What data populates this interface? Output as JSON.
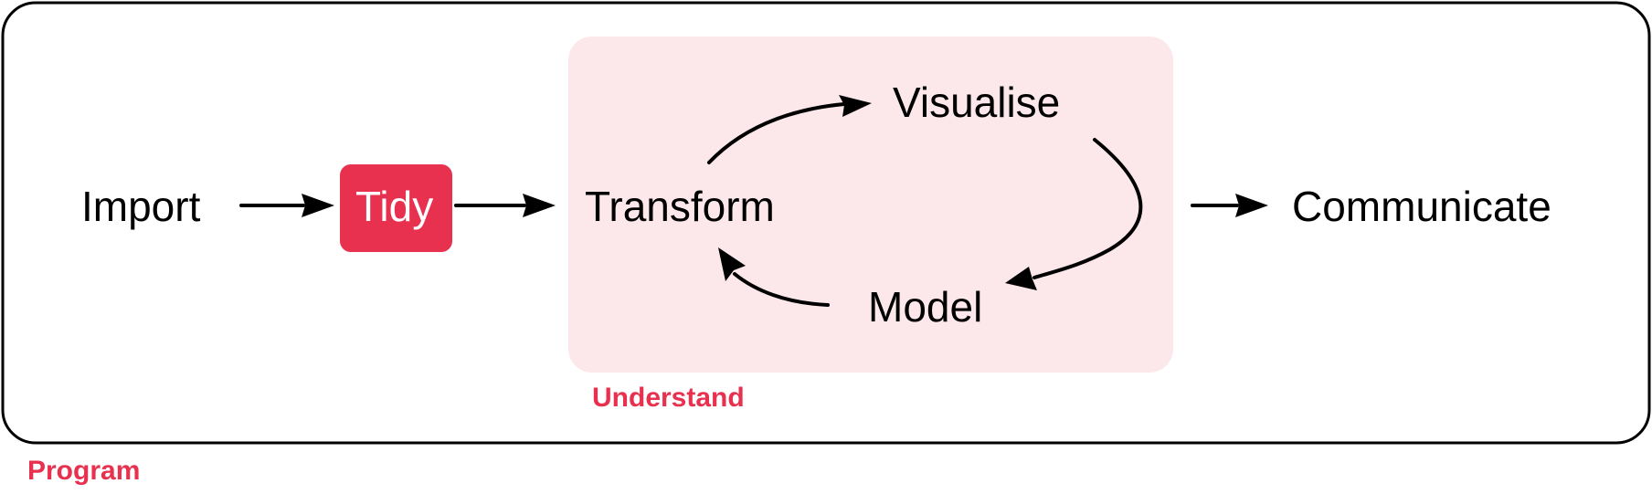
{
  "stages": {
    "import": "Import",
    "tidy": "Tidy",
    "transform": "Transform",
    "visualise": "Visualise",
    "model": "Model",
    "communicate": "Communicate"
  },
  "groups": {
    "understand": "Understand",
    "program": "Program"
  },
  "colors": {
    "accent": "#e8304f",
    "understand_fill": "#fce7eb",
    "stroke": "#000000"
  }
}
